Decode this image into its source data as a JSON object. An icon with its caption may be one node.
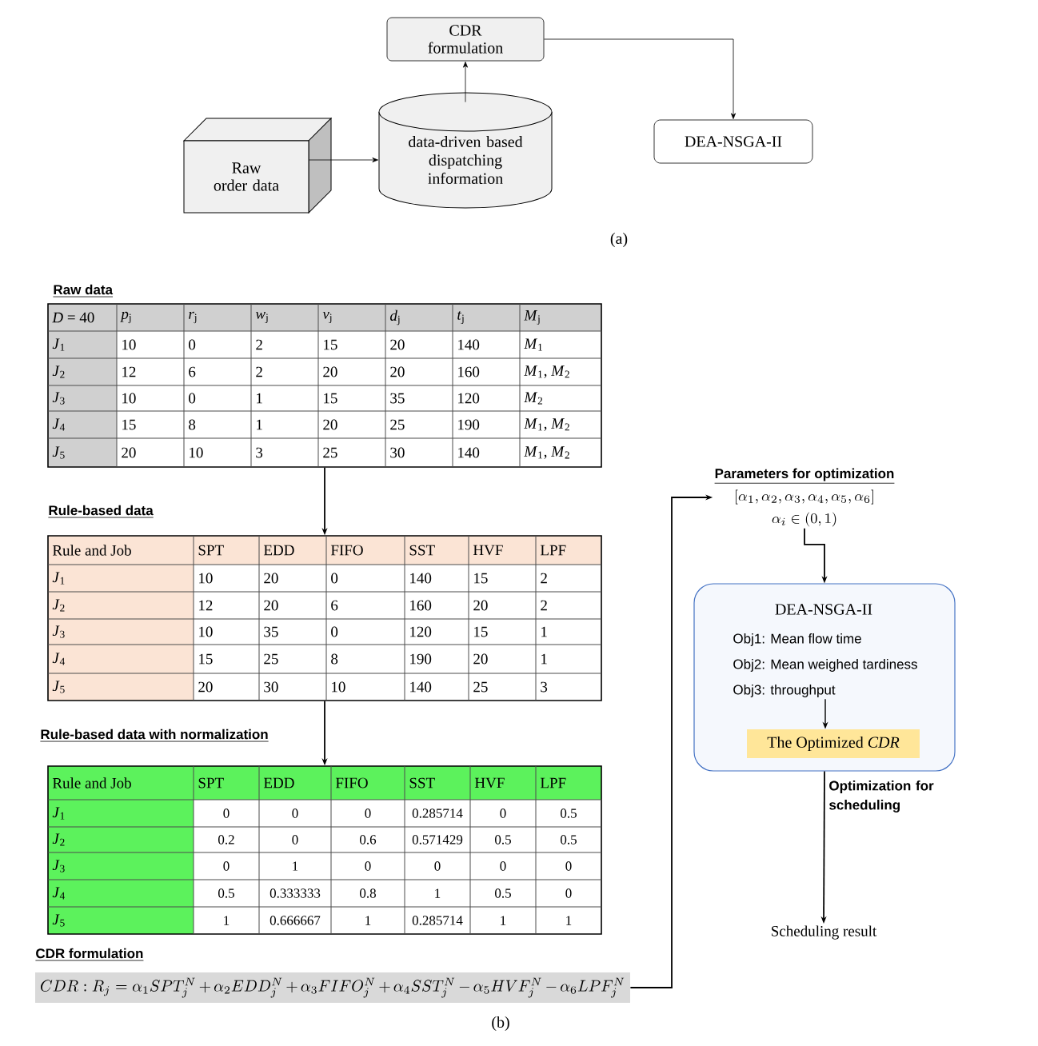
{
  "diagram": {
    "nodes": [
      {
        "text": [
          "CDR formulation"
        ]
      },
      {
        "text": [
          "Raw order data"
        ]
      },
      {
        "text": [
          "data-driven based dispatching information"
        ]
      },
      {
        "text": [
          "DEA-NSGA-II"
        ]
      },
      {
        "text": [
          "Raw data",
          "*D* = 40",
          "*p*$_{j}$",
          "*r*$_{j}$",
          "*w*$_{j}$",
          "*v*$_{j}$",
          "*d*$_{j}$",
          "*t*$_{j}$",
          "*M*$_{j}$",
          "*J*$_{1}$",
          "10",
          "0",
          "2",
          "15",
          "20",
          "140",
          "*M*$_{1}$",
          "*J*$_{2}$",
          "12",
          "6",
          "2",
          "20",
          "20",
          "160",
          "*M*$_{1}$, *M*$_{2}$",
          "*J*$_{3}$",
          "10",
          "0",
          "1",
          "15",
          "35",
          "120",
          "*M*$_{2}$",
          "*J*$_{4}$",
          "15",
          "8",
          "1",
          "20",
          "25",
          "190",
          "*M*$_{1}$, *M*$_{2}$",
          "*J*$_{5}$",
          "20",
          "10",
          "3",
          "25",
          "30",
          "140",
          "*M*$_{1}$, *M*$_{2}$"
        ]
      },
      {
        "text": [
          "Rule-based data",
          "Rule and Job",
          "SPT",
          "EDD",
          "FIFO",
          "SST",
          "HVF",
          "LPF",
          "*J*$_{1}$",
          "10",
          "20",
          "0",
          "140",
          "15",
          "2",
          "*J*$_{2}$",
          "12",
          "20",
          "6",
          "160",
          "20",
          "2",
          "*J*$_{3}$",
          "10",
          "35",
          "0",
          "120",
          "15",
          "1",
          "*J*$_{4}$",
          "15",
          "25",
          "8",
          "190",
          "20",
          "1",
          "*J*$_{5}$",
          "20",
          "30",
          "10",
          "140",
          "25",
          "3"
        ]
      },
      {
        "text": [
          "Rule-based data with normalization",
          "Rule and Job",
          "SPT",
          "EDD",
          "FIFO",
          "SST",
          "HVF",
          "LPF",
          "*J*$_{1}$",
          "0",
          "0",
          "0",
          "0.285714",
          "0",
          "0.5",
          "*J*$_{2}$",
          "0.2",
          "0",
          "0.6",
          "0.571429",
          "0.5",
          "0.5",
          "*J*$_{3}$",
          "0",
          "1",
          "0",
          "0",
          "0",
          "0",
          "*J*$_{4}$",
          "0.5",
          "0.333333",
          "0.8",
          "1",
          "0.5",
          "0",
          "*J*$_{5}$",
          "1",
          "0.666667",
          "1",
          "0.285714",
          "1",
          "1"
        ]
      },
      {
        "text": [
          "CDR formulation",
          "CDR: R_j = \\alpha_1 SPT_j^N + \\alpha_2 EDD_j^N + \\alpha_3 FIFO_j^N + \\alpha_4 SST_j^N - \\alpha_5 HVF_j^N - \\alpha_6 LPF_j^N"
        ]
      },
      {
        "text": [
          "Parameters for optimization",
          "[\\alpha_1, \\alpha_2, \\alpha_3, \\alpha_4, \\alpha_5, \\alpha_6]",
          "\\alpha_i \\in (0,1)"
        ]
      },
      {
        "text": [
          "DEA-NSGA-II"
        ]
      },
      {
        "text": [
          "Obj1: Mean flow time",
          "Obj2: Mean weighed tardiness",
          "Obj3: throughput"
        ],
        "in": 9
      },
      {
        "text": [
          "The Optimized *CDR*"
        ],
        "in": 9
      },
      {
        "text": [
          "Scheduling result"
        ]
      }
    ],
    "edges": [
      {
        "from": 1,
        "to": 2,
        "arrow": "to"
      },
      {
        "from": 2,
        "to": 0,
        "arrow": "to"
      },
      {
        "from": 0,
        "to": 3,
        "arrow": "to"
      },
      {
        "from": 4,
        "to": 5,
        "arrow": "to"
      },
      {
        "from": 5,
        "to": 6,
        "arrow": "to"
      },
      {
        "from": 7,
        "to": 8,
        "arrow": "to"
      },
      {
        "from": 8,
        "to": 9,
        "arrow": "to"
      },
      {
        "from": 10,
        "to": 11,
        "arrow": "to"
      },
      {
        "from": 9,
        "to": 12,
        "arrow": "to",
        "label": "Optimization for scheduling"
      }
    ],
    "labels": [
      "(a)",
      "(b)"
    ]
  }
}
